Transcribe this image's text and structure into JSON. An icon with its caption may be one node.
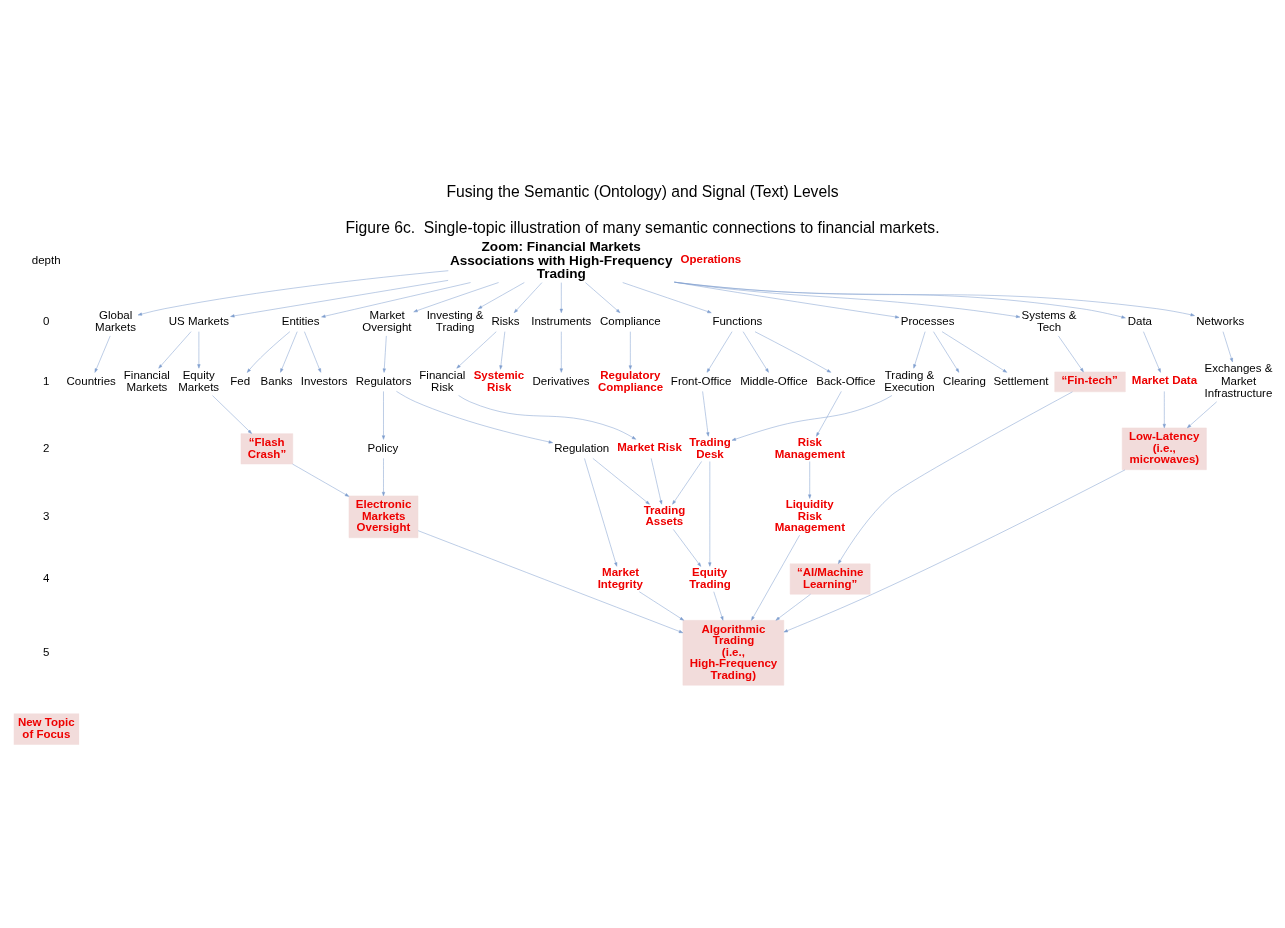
{
  "diagram": {
    "title": "Fusing the Semantic (Ontology) and Signal (Text) Levels",
    "caption": "Figure 6c.  Single-topic illustration of many semantic connections to financial markets.",
    "nodes": [
      {
        "text": [
          "Zoom: Financial Markets Associations with High-Frequency Trading"
        ]
      },
      {
        "text": [
          "Global Markets"
        ]
      },
      {
        "text": [
          "US Markets"
        ]
      },
      {
        "text": [
          "Entities"
        ]
      },
      {
        "text": [
          "Market Oversight"
        ]
      },
      {
        "text": [
          "Investing & Trading"
        ]
      },
      {
        "text": [
          "Risks"
        ]
      },
      {
        "text": [
          "Instruments"
        ]
      },
      {
        "text": [
          "Compliance"
        ]
      },
      {
        "text": [
          "Functions"
        ]
      },
      {
        "text": [
          "Processes"
        ]
      },
      {
        "text": [
          "Systems & Tech"
        ]
      },
      {
        "text": [
          "Data"
        ]
      },
      {
        "text": [
          "Networks"
        ]
      },
      {
        "text": [
          "Countries"
        ]
      },
      {
        "text": [
          "Financial Markets"
        ]
      },
      {
        "text": [
          "Equity Markets"
        ]
      },
      {
        "text": [
          "Fed"
        ]
      },
      {
        "text": [
          "Banks"
        ]
      },
      {
        "text": [
          "Investors"
        ]
      },
      {
        "text": [
          "Regulators"
        ]
      },
      {
        "text": [
          "Financial Risk"
        ]
      },
      {
        "text": [
          "Systemic Risk"
        ]
      },
      {
        "text": [
          "Derivatives"
        ]
      },
      {
        "text": [
          "Front-Office"
        ]
      },
      {
        "text": [
          "Middle-Office"
        ]
      },
      {
        "text": [
          "Back-Office"
        ]
      },
      {
        "text": [
          "Clearing"
        ]
      },
      {
        "text": [
          "Settlement"
        ]
      },
      {
        "text": [
          "Trading & Execution"
        ]
      },
      {
        "text": [
          "Exchanges & Market Infrastructure"
        ]
      },
      {
        "text": [
          "Market Data"
        ]
      },
      {
        "text": [
          "“Flash Crash”"
        ]
      },
      {
        "text": [
          "Policy"
        ]
      },
      {
        "text": [
          "Regulation"
        ]
      },
      {
        "text": [
          "Market Risk"
        ]
      },
      {
        "text": [
          "Regulatory Compliance"
        ]
      },
      {
        "text": [
          "Trading Desk"
        ]
      },
      {
        "text": [
          "Risk Management"
        ]
      },
      {
        "text": [
          "Operations"
        ]
      },
      {
        "text": [
          "Market Integrity"
        ]
      },
      {
        "text": [
          "Trading Assets"
        ]
      },
      {
        "text": [
          "Liquidity Risk Management"
        ]
      },
      {
        "text": [
          "“Fin-tech”"
        ]
      },
      {
        "text": [
          "Electronic Markets Oversight"
        ]
      },
      {
        "text": [
          "Equity Trading"
        ]
      },
      {
        "text": [
          "“AI/Machine Learning”"
        ]
      },
      {
        "text": [
          "Low-Latency (i.e., microwaves)"
        ]
      },
      {
        "text": [
          "Algorithmic Trading (i.e., High-Frequency Trading)"
        ]
      }
    ],
    "edges": [
      {
        "from": 0,
        "to": 1,
        "arrow": "to"
      },
      {
        "from": 0,
        "to": 2,
        "arrow": "to"
      },
      {
        "from": 0,
        "to": 3,
        "arrow": "to"
      },
      {
        "from": 0,
        "to": 4,
        "arrow": "to"
      },
      {
        "from": 0,
        "to": 5,
        "arrow": "to"
      },
      {
        "from": 0,
        "to": 6,
        "arrow": "to"
      },
      {
        "from": 0,
        "to": 7,
        "arrow": "to"
      },
      {
        "from": 0,
        "to": 8,
        "arrow": "to"
      },
      {
        "from": 0,
        "to": 9,
        "arrow": "to"
      },
      {
        "from": 0,
        "to": 10,
        "arrow": "to"
      },
      {
        "from": 0,
        "to": 12,
        "arrow": "to"
      },
      {
        "from": 0,
        "to": 11,
        "arrow": "to"
      },
      {
        "from": 0,
        "to": 13,
        "arrow": "to"
      },
      {
        "from": 1,
        "to": 14,
        "arrow": "to"
      },
      {
        "from": 2,
        "to": 16,
        "arrow": "to"
      },
      {
        "from": 2,
        "to": 15,
        "arrow": "to"
      },
      {
        "from": 3,
        "to": 19,
        "arrow": "to"
      },
      {
        "from": 3,
        "to": 17,
        "arrow": "to"
      },
      {
        "from": 3,
        "to": 18,
        "arrow": "to"
      },
      {
        "from": 4,
        "to": 20,
        "arrow": "to"
      },
      {
        "from": 6,
        "to": 21,
        "arrow": "to"
      },
      {
        "from": 6,
        "to": 22,
        "arrow": "to"
      },
      {
        "from": 7,
        "to": 23,
        "arrow": "to"
      },
      {
        "from": 9,
        "to": 24,
        "arrow": "to"
      },
      {
        "from": 9,
        "to": 26,
        "arrow": "to"
      },
      {
        "from": 9,
        "to": 25,
        "arrow": "to"
      },
      {
        "from": 10,
        "to": 29,
        "arrow": "to"
      },
      {
        "from": 10,
        "to": 28,
        "arrow": "to"
      },
      {
        "from": 10,
        "to": 27,
        "arrow": "to"
      },
      {
        "from": 13,
        "to": 30,
        "arrow": "to"
      },
      {
        "from": 12,
        "to": 31,
        "arrow": "to"
      },
      {
        "from": 16,
        "to": 32,
        "arrow": "to"
      },
      {
        "from": 20,
        "to": 33,
        "arrow": "to"
      },
      {
        "from": 20,
        "to": 34,
        "arrow": "to"
      },
      {
        "from": 21,
        "to": 35,
        "arrow": "to"
      },
      {
        "from": 8,
        "to": 36,
        "arrow": "to"
      },
      {
        "from": 24,
        "to": 37,
        "arrow": "to"
      },
      {
        "from": 29,
        "to": 37,
        "arrow": "to"
      },
      {
        "from": 26,
        "to": 38,
        "arrow": "to"
      },
      {
        "from": 11,
        "to": 43,
        "arrow": "to"
      },
      {
        "from": 31,
        "to": 47,
        "arrow": "to"
      },
      {
        "from": 30,
        "to": 47,
        "arrow": "to"
      },
      {
        "from": 34,
        "to": 40,
        "arrow": "to"
      },
      {
        "from": 34,
        "to": 41,
        "arrow": "to"
      },
      {
        "from": 35,
        "to": 41,
        "arrow": "to"
      },
      {
        "from": 37,
        "to": 41,
        "arrow": "to"
      },
      {
        "from": 37,
        "to": 45,
        "arrow": "to"
      },
      {
        "from": 38,
        "to": 42,
        "arrow": "to"
      },
      {
        "from": 32,
        "to": 44,
        "arrow": "to"
      },
      {
        "from": 33,
        "to": 44,
        "arrow": "to"
      },
      {
        "from": 41,
        "to": 45,
        "arrow": "to"
      },
      {
        "from": 43,
        "to": 46,
        "arrow": "to"
      },
      {
        "from": 44,
        "to": 48,
        "arrow": "to"
      },
      {
        "from": 40,
        "to": 48,
        "arrow": "to"
      },
      {
        "from": 45,
        "to": 48,
        "arrow": "to"
      },
      {
        "from": 42,
        "to": 48,
        "arrow": "to"
      },
      {
        "from": 46,
        "to": 48,
        "arrow": "to"
      },
      {
        "from": 47,
        "to": 48,
        "arrow": "to"
      }
    ],
    "labels": [
      "depth",
      "0",
      "1",
      "2",
      "3",
      "4",
      "5"
    ],
    "legend": [
      {
        "text": "New Topic of Focus",
        "color": "#f2dcdb"
      }
    ]
  }
}
